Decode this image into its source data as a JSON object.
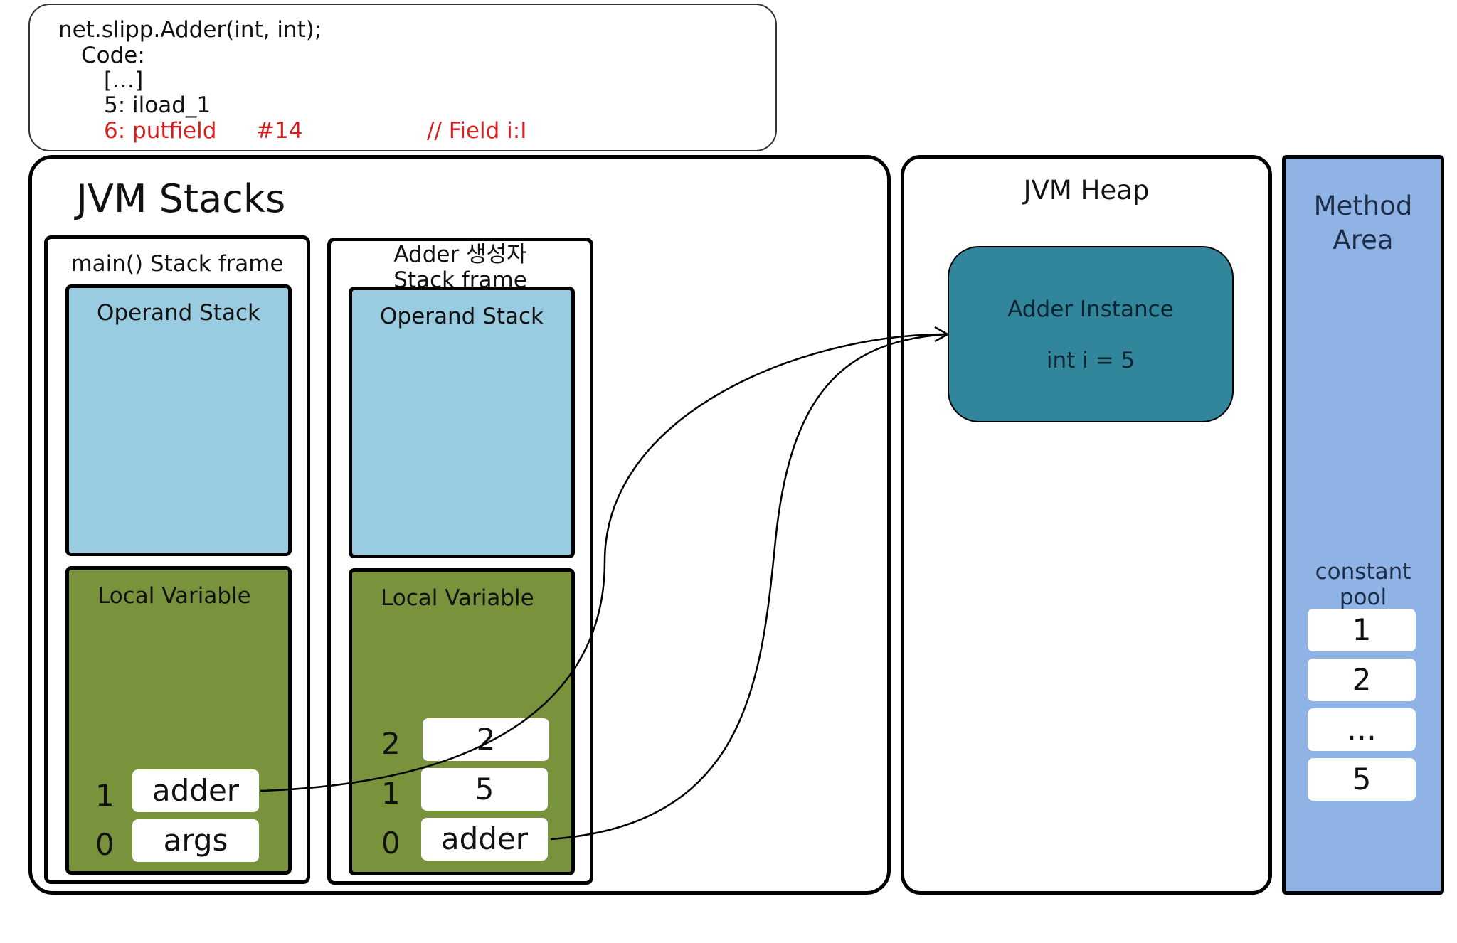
{
  "code": {
    "lines": [
      "net.slipp.Adder(int, int);",
      "Code:",
      "[…]",
      "5: iload_1"
    ],
    "highlight": {
      "op": "6: putfield",
      "ref": "#14",
      "comment": "// Field i:I"
    }
  },
  "jvm_stacks": {
    "title": "JVM Stacks",
    "main_frame": {
      "title": "main() Stack frame",
      "operand_stack": "Operand Stack",
      "local_variable": "Local Variable",
      "slots": [
        {
          "index": "1",
          "value": "adder"
        },
        {
          "index": "0",
          "value": "args"
        }
      ]
    },
    "adder_frame": {
      "title_line1": "Adder 생성자",
      "title_line2": "Stack frame",
      "operand_stack": "Operand Stack",
      "local_variable": "Local Variable",
      "slots": [
        {
          "index": "2",
          "value": "2"
        },
        {
          "index": "1",
          "value": "5"
        },
        {
          "index": "0",
          "value": "adder"
        }
      ]
    }
  },
  "jvm_heap": {
    "title": "JVM Heap",
    "instance": {
      "name": "Adder Instance",
      "field": "int i = 5"
    }
  },
  "method_area": {
    "title_line1": "Method",
    "title_line2": "Area",
    "constant_pool_line1": "constant",
    "constant_pool_line2": "pool",
    "entries": [
      "1",
      "2",
      "…",
      "5"
    ]
  },
  "colors": {
    "operand_stack": "#99cce0",
    "local_variable": "#79923c",
    "instance": "#32869c",
    "method_area": "#8fb3e4",
    "highlight_text": "#d62020"
  }
}
